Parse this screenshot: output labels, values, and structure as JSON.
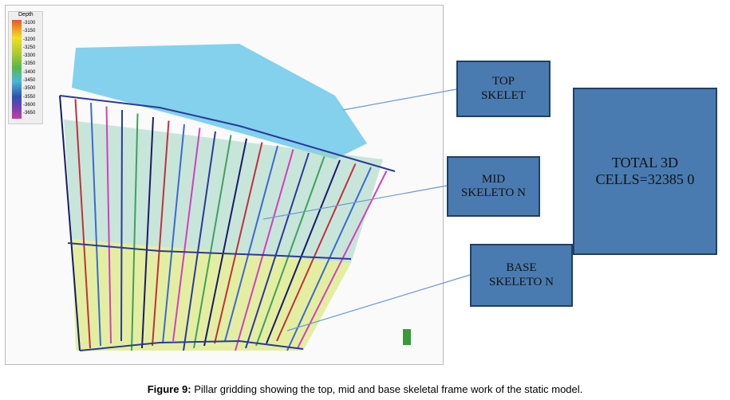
{
  "legend": {
    "title": "Depth",
    "labels": [
      "-3100",
      "-3150",
      "-3200",
      "-3250",
      "-3300",
      "-3350",
      "-3400",
      "-3450",
      "-3500",
      "-3550",
      "-3600",
      "-3650"
    ]
  },
  "callouts": {
    "top": "TOP SKELET",
    "mid": "MID SKELETO N",
    "base": "BASE SKELETO N",
    "total": "TOTAL 3D CELLS=32385 0"
  },
  "caption": {
    "label": "Figure 9:",
    "text": " Pillar gridding showing the top, mid and base skeletal frame work of the static model."
  }
}
